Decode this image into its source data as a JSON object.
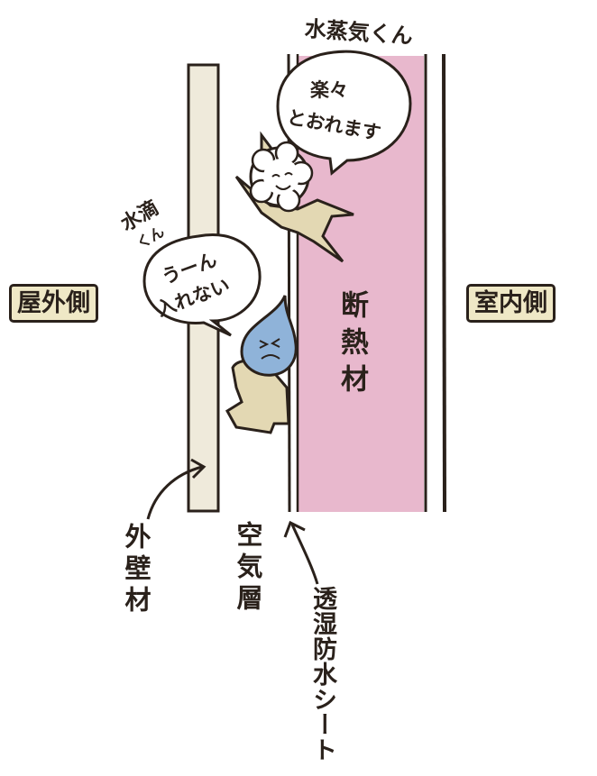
{
  "labels": {
    "outdoor_side": "屋外側",
    "indoor_side": "室内側",
    "insulation": "断熱材",
    "exterior_wall": "外壁材",
    "air_layer": "空気層",
    "membrane": "透湿防水シート"
  },
  "characters": {
    "vapor_name": "水蒸気くん",
    "vapor_speech": [
      "楽々",
      "とおれます"
    ],
    "droplet_name_line1": "水滴",
    "droplet_name_line2": "くん",
    "droplet_speech": [
      "うーん",
      "入れない"
    ]
  },
  "colors": {
    "insulation_fill": "#e8b8cd",
    "wall_fill": "#efeadb",
    "label_box_fill": "#efe8c6",
    "droplet_fill": "#8fb3d9",
    "character_body": "#e3d8b3",
    "ink": "#2a211b"
  }
}
